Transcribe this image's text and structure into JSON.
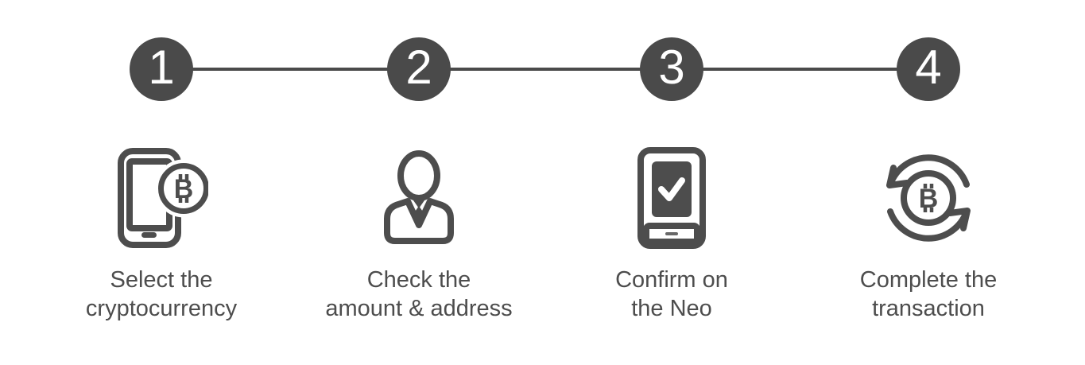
{
  "diagram": {
    "type": "process-steps",
    "orientation": "horizontal",
    "colors": {
      "background": "#ffffff",
      "step_circle": "#4a4a4a",
      "step_number": "#ffffff",
      "connector_line": "#4a4a4a",
      "icon_stroke": "#4d4d4d",
      "caption_text": "#4d4d4d"
    },
    "steps": [
      {
        "number": "1",
        "icon": "smartphone-bitcoin-icon",
        "label_line1": "Select the",
        "label_line2": "cryptocurrency"
      },
      {
        "number": "2",
        "icon": "businessman-icon",
        "label_line1": "Check the",
        "label_line2": "amount & address"
      },
      {
        "number": "3",
        "icon": "device-checkmark-icon",
        "label_line1": "Confirm on",
        "label_line2": "the Neo"
      },
      {
        "number": "4",
        "icon": "bitcoin-refresh-icon",
        "label_line1": "Complete the",
        "label_line2": "transaction"
      }
    ]
  }
}
